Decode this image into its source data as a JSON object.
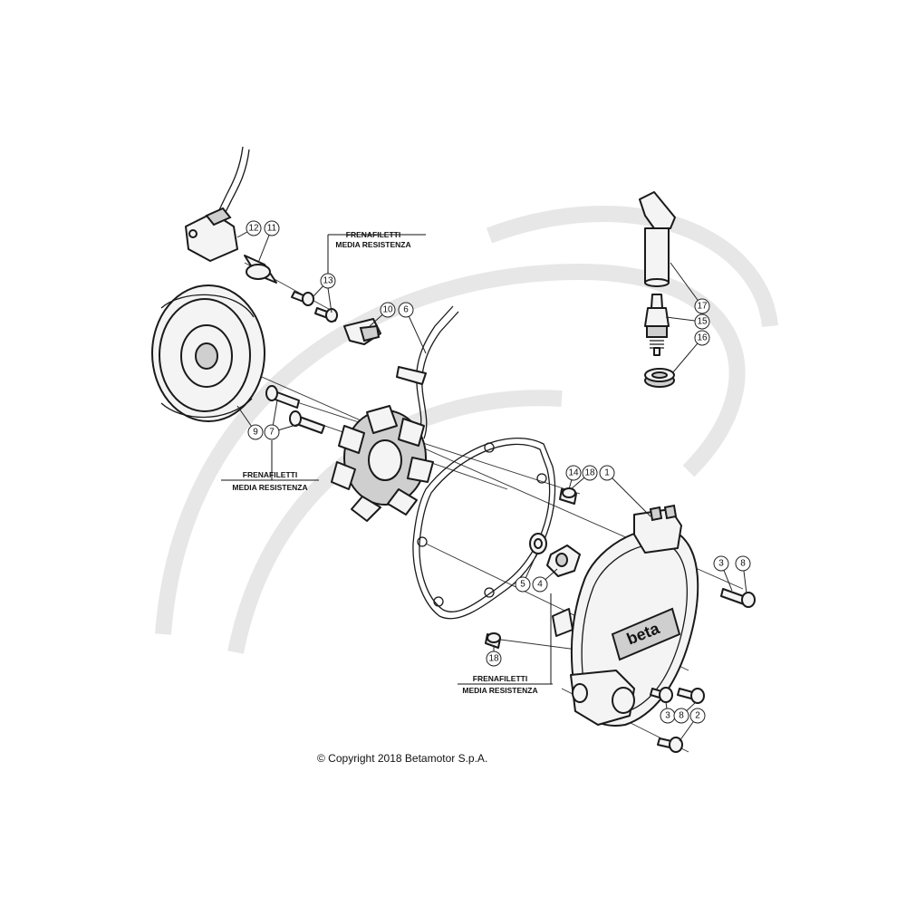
{
  "diagram": {
    "copyright": "© Copyright 2018 Betamotor S.p.A.",
    "brand_badge": "beta",
    "notes": [
      {
        "id": "note-top",
        "line1": "FRENAFILETTI",
        "line2": "MEDIA RESISTENZA"
      },
      {
        "id": "note-left",
        "line1": "FRENAFILETTI",
        "line2": "MEDIA RESISTENZA"
      },
      {
        "id": "note-bottom",
        "line1": "FRENAFILETTI",
        "line2": "MEDIA RESISTENZA"
      }
    ],
    "callouts": [
      "1",
      "2",
      "3",
      "3",
      "4",
      "5",
      "6",
      "7",
      "8",
      "8",
      "9",
      "10",
      "11",
      "12",
      "13",
      "14",
      "15",
      "16",
      "17",
      "18",
      "18"
    ]
  }
}
